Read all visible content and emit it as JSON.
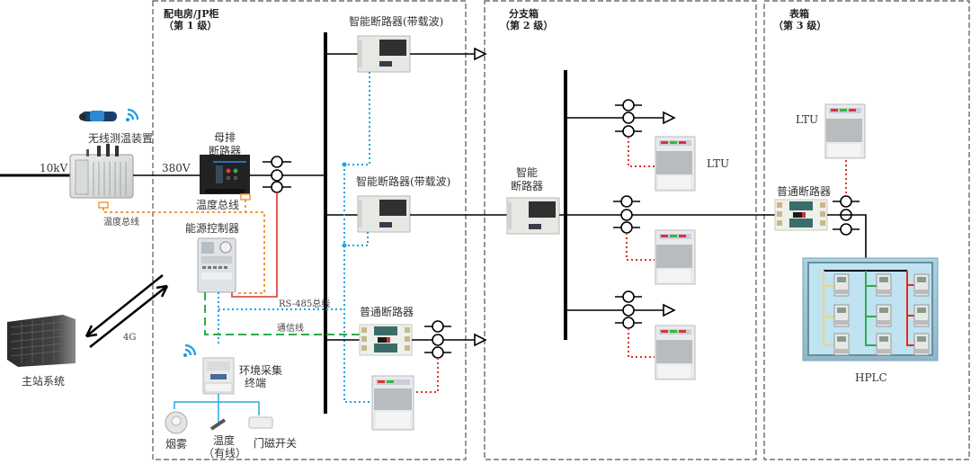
{
  "zones": [
    {
      "title": "配电房/JP柜",
      "level": "（第 1 级）"
    },
    {
      "title": "分支箱",
      "level": "（第 2 级）"
    },
    {
      "title": "表箱",
      "level": "（第 3 级）"
    }
  ],
  "voltages": {
    "hv": "10kV",
    "lv": "380V"
  },
  "labels": {
    "wireless_temp": "无线测温装置",
    "temp_bus_1": "温度总线",
    "temp_bus_2": "温度总线",
    "busbar_breaker_1": "母排",
    "busbar_breaker_2": "断路器",
    "energy_controller": "能源控制器",
    "smart_breaker_carrier_1": "智能断路器(带载波)",
    "smart_breaker_carrier_2": "智能断路器(带载波)",
    "rs485": "RS-485总线",
    "comm_line": "通信线",
    "normal_breaker_l1": "普通断路器",
    "normal_breaker_l3": "普通断路器",
    "env_terminal_1": "环境采集",
    "env_terminal_2": "终端",
    "smoke": "烟雾",
    "temp_wired_1": "温度",
    "temp_wired_2": "（有线）",
    "door_switch": "门磁开关",
    "master_station": "主站系统",
    "link_4g": "4G",
    "smart_breaker_l2_1": "智能",
    "smart_breaker_l2_2": "断路器",
    "ltu_l2": "LTU",
    "ltu_l3": "LTU",
    "hplc": "HPLC"
  },
  "colors": {
    "comm_rs485": "#1aa3e8",
    "ltu_link": "#d9342b",
    "temp_bus": "#f39a3c",
    "comm_line": "#2aae4a",
    "hplc_phase_a": "#f2d27a",
    "hplc_phase_b": "#2aae4a",
    "hplc_phase_c": "#e8281e"
  }
}
